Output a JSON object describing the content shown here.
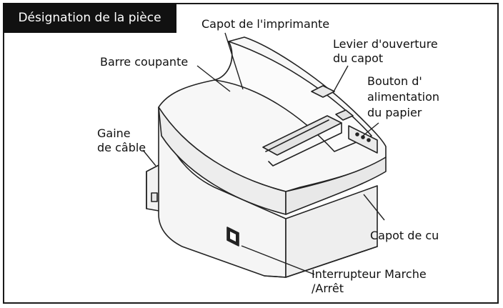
{
  "title": "Désignation de la pièce",
  "labels": {
    "capot_imprimante": "Capot de l'imprimante",
    "barre_coupante": "Barre coupante",
    "levier_line1": "Levier d'ouverture",
    "levier_line2": "du capot",
    "bouton_line1": "Bouton d'",
    "bouton_line2": "alimentation",
    "bouton_line3": "du papier",
    "gaine_line1": "Gaine",
    "gaine_line2": "de câble",
    "capot_cu": "Capot de cu",
    "inter_line1": "Interrupteur Marche",
    "inter_line2": "/Arrêt"
  },
  "colors": {
    "frame": "#1a1a1a",
    "title_bg": "#111111",
    "title_text": "#ffffff",
    "printer_body": "#f4f4f4",
    "printer_shadow": "#dcdcdc",
    "stroke": "#222222"
  },
  "icons": {
    "printer": "thermal-receipt-printer-illustration"
  }
}
